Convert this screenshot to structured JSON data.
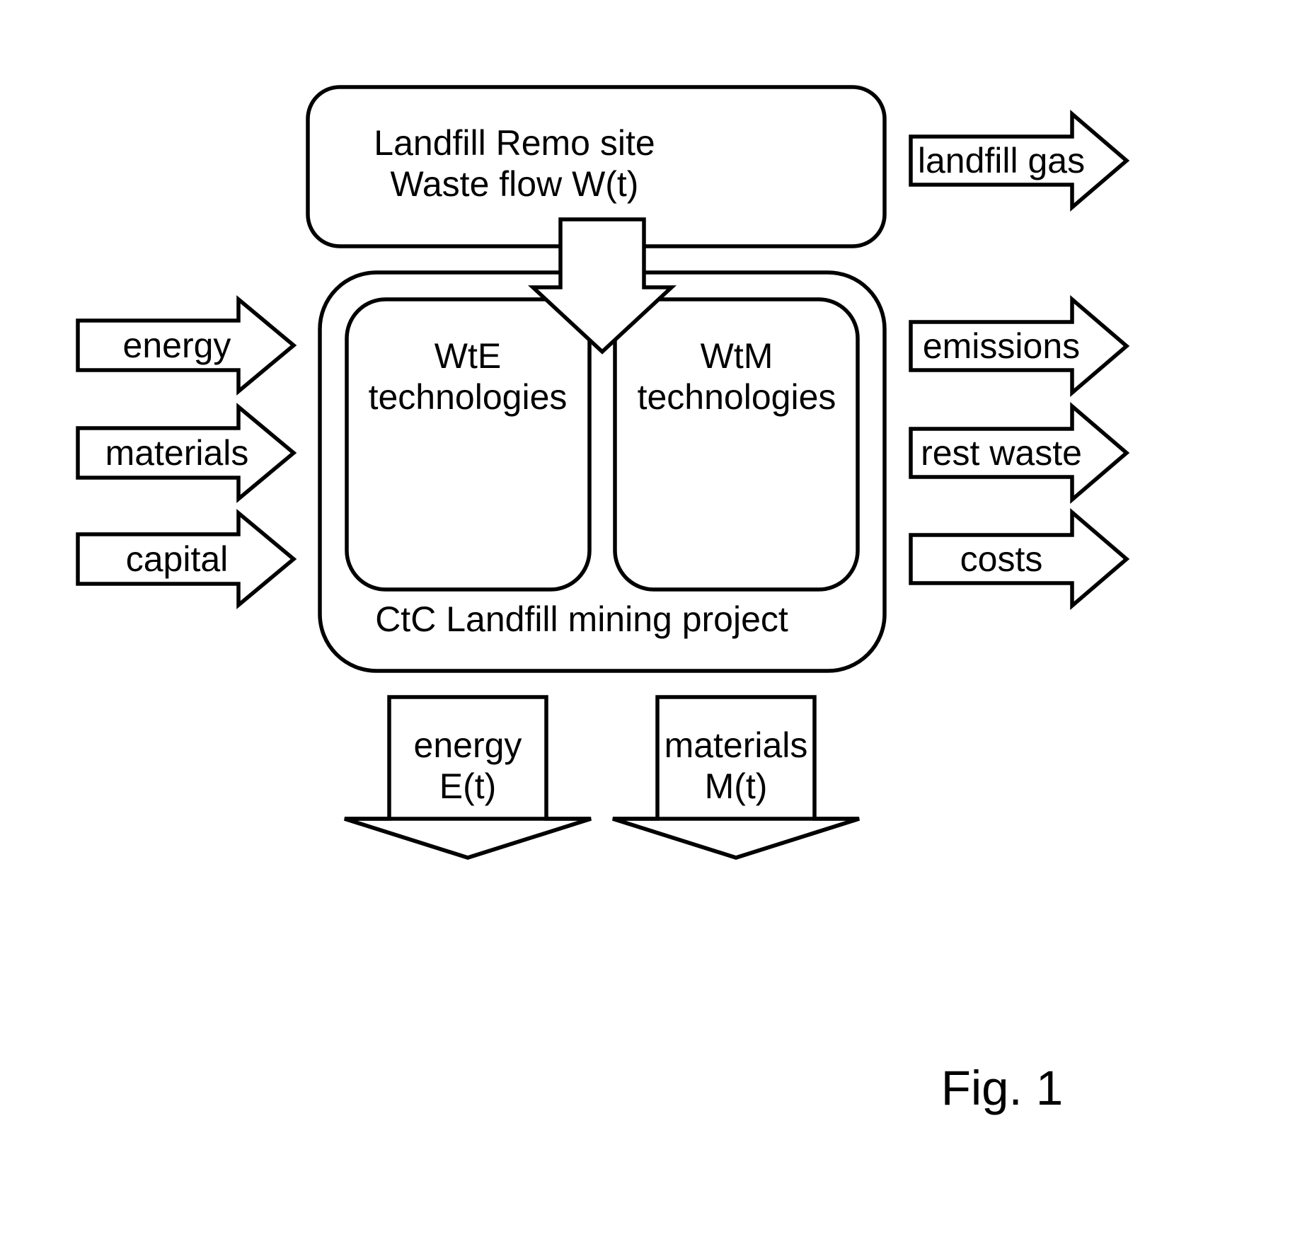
{
  "figure": {
    "top_box": {
      "line1": "Landfill Remo site",
      "line2": "Waste flow W(t)"
    },
    "wte_box": {
      "line1": "WtE",
      "line2": "technologies"
    },
    "wtm_box": {
      "line1": "WtM",
      "line2": "technologies"
    },
    "outer_box_label": "CtC Landfill mining project",
    "inputs": [
      {
        "label": "energy"
      },
      {
        "label": "materials"
      },
      {
        "label": "capital"
      }
    ],
    "outputs": [
      {
        "label": "landfill gas"
      },
      {
        "label": "emissions"
      },
      {
        "label": "rest waste"
      },
      {
        "label": "costs"
      }
    ],
    "bottom_outputs": [
      {
        "line1": "energy",
        "line2": "E(t)"
      },
      {
        "line1": "materials",
        "line2": "M(t)"
      }
    ],
    "caption": "Fig. 1",
    "colors": {
      "stroke": "#000000",
      "fill": "#ffffff",
      "background": "#ffffff"
    }
  }
}
